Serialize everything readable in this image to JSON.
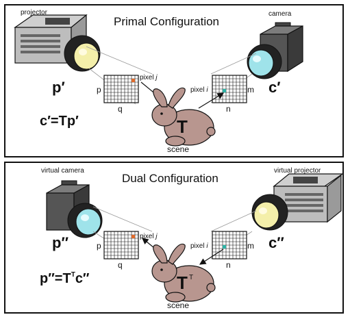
{
  "primal": {
    "title": "Primal Configuration",
    "left_device_label": "projector",
    "right_device_label": "camera",
    "left_vector": "p′",
    "right_vector": "c′",
    "grid_left_row_label": "p",
    "grid_left_col_label": "q",
    "grid_right_row_label": "m",
    "grid_right_col_label": "n",
    "pixel_j_label": "pixel",
    "pixel_j_var": "j",
    "pixel_i_label": "pixel",
    "pixel_i_var": "i",
    "transport_symbol": "T",
    "scene_label": "scene",
    "equation": "c′=Tp′"
  },
  "dual": {
    "title": "Dual Configuration",
    "left_device_label": "virtual camera",
    "right_device_label": "virtual projector",
    "left_vector": "p″",
    "right_vector": "c″",
    "grid_left_row_label": "p",
    "grid_left_col_label": "q",
    "grid_right_row_label": "m",
    "grid_right_col_label": "n",
    "pixel_j_label": "pixel",
    "pixel_j_var": "j",
    "pixel_i_label": "pixel",
    "pixel_i_var": "i",
    "transport_symbol": "T",
    "transport_superscript": "T",
    "scene_label": "scene",
    "equation_lhs": "p″=T",
    "equation_sup": "T",
    "equation_rhs": "c″"
  },
  "colors": {
    "bunny": "#b8968f",
    "projector_lens": "#f4efaa",
    "camera_lens": "#9fe3ea",
    "pixel_j_highlight": "#e06b2c",
    "pixel_i_highlight": "#2fb3a6"
  }
}
